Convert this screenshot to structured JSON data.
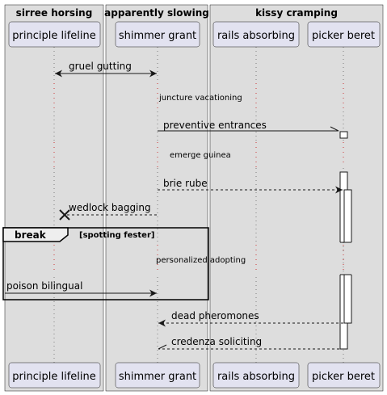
{
  "boxes": [
    {
      "title": "sirree horsing"
    },
    {
      "title": "apparently slowing"
    },
    {
      "title": "kissy cramping"
    }
  ],
  "participants": [
    {
      "name": "principle lifeline"
    },
    {
      "name": "shimmer grant"
    },
    {
      "name": "rails absorbing"
    },
    {
      "name": "picker beret"
    }
  ],
  "messages": [
    {
      "label": "gruel gutting"
    },
    {
      "label": "juncture vacationing"
    },
    {
      "label": "preventive entrances"
    },
    {
      "label": "emerge guinea"
    },
    {
      "label": "brie rube"
    },
    {
      "label": "wedlock bagging"
    },
    {
      "label": "personalized adopting"
    },
    {
      "label": "poison bilingual"
    },
    {
      "label": "dead pheromones"
    },
    {
      "label": "credenza soliciting"
    }
  ],
  "fragment": {
    "keyword": "break",
    "condition": "[spotting fester]"
  },
  "colors": {
    "box_fill": "#dddddd",
    "participant_fill": "#e2e2f0",
    "participant_stroke": "#181818",
    "lifeline": "#181818"
  }
}
